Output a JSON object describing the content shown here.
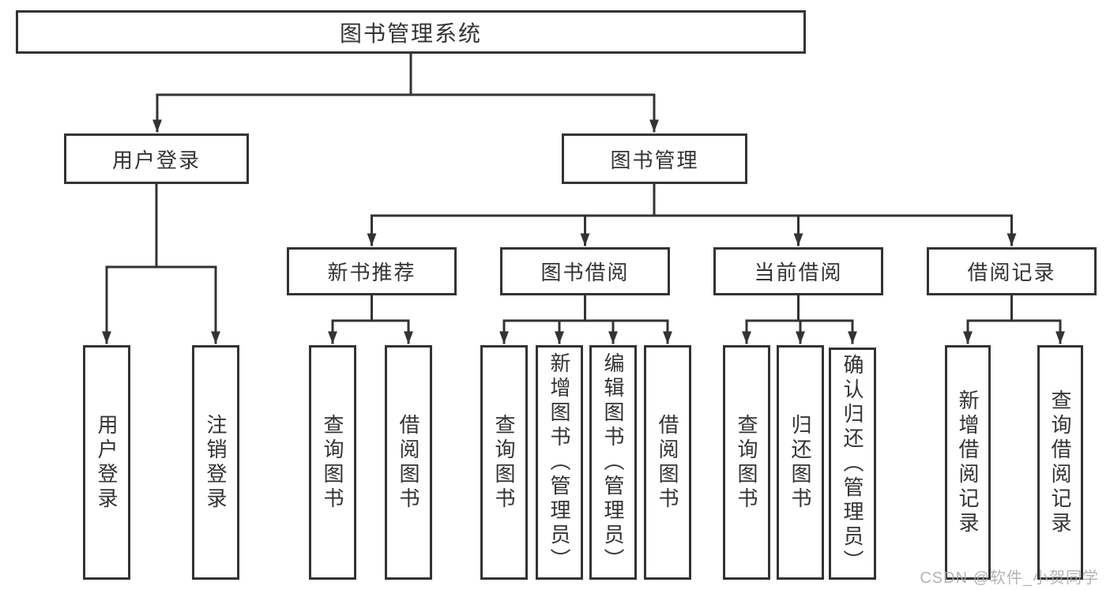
{
  "diagram": {
    "title": "图书管理系统",
    "watermark": "CSDN @软件_小贺同学",
    "root": {
      "label": "图书管理系统",
      "children": [
        {
          "label": "用户登录",
          "children": [
            {
              "label": "用户登录"
            },
            {
              "label": "注销登录"
            }
          ]
        },
        {
          "label": "图书管理",
          "children": [
            {
              "label": "新书推荐",
              "children": [
                {
                  "label": "查询图书"
                },
                {
                  "label": "借阅图书"
                }
              ]
            },
            {
              "label": "图书借阅",
              "children": [
                {
                  "label": "查询图书"
                },
                {
                  "label": "新增图书（管理员）"
                },
                {
                  "label": "编辑图书（管理员）"
                },
                {
                  "label": "借阅图书"
                }
              ]
            },
            {
              "label": "当前借阅",
              "children": [
                {
                  "label": "查询图书"
                },
                {
                  "label": "归还图书"
                },
                {
                  "label": "确认归还（管理员）"
                }
              ]
            },
            {
              "label": "借阅记录",
              "children": [
                {
                  "label": "新增借阅记录"
                },
                {
                  "label": "查询借阅记录"
                }
              ]
            }
          ]
        }
      ]
    },
    "colors": {
      "line": "#333333",
      "text": "#333333",
      "background": "#ffffff",
      "watermark": "#a8a8a8"
    }
  }
}
